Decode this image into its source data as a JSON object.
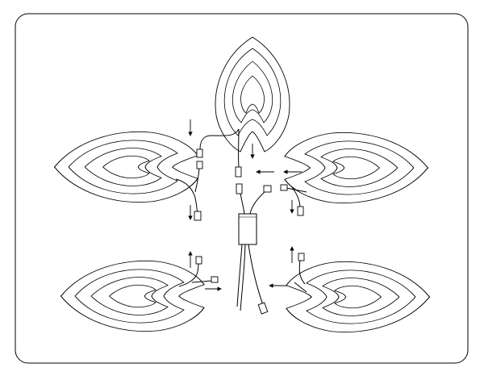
{
  "diagram": {
    "frame_color": "#000000",
    "line_color": "#000000",
    "fill_color": "#ffffff",
    "pads": [
      {
        "id": "top",
        "icon": "heating-pad-shape"
      },
      {
        "id": "upper-left",
        "icon": "heating-pad-shape"
      },
      {
        "id": "upper-right",
        "icon": "heating-pad-shape"
      },
      {
        "id": "lower-left",
        "icon": "heating-pad-shape"
      },
      {
        "id": "lower-right",
        "icon": "heating-pad-shape"
      }
    ],
    "components": [
      "control-box",
      "wire-harness",
      "connector-plug",
      "direction-arrow"
    ]
  }
}
